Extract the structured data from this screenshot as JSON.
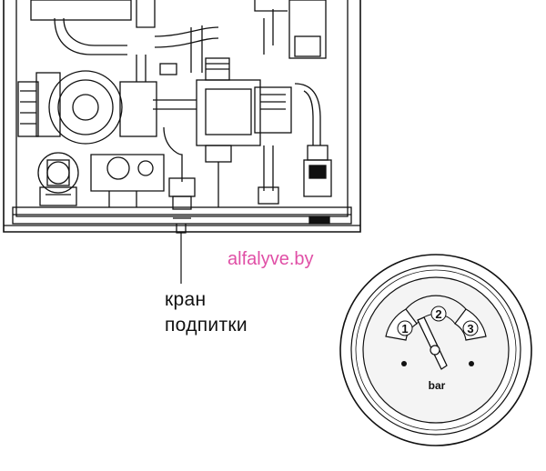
{
  "labels": {
    "valve_line1": "кран",
    "valve_line2": "подпитки"
  },
  "watermark": "alfalyve.by",
  "gauge": {
    "unit": "bar",
    "scale": [
      "1",
      "2",
      "3"
    ],
    "needle_value": 1.6
  },
  "colors": {
    "line": "#111111",
    "watermark": "#e04fa6",
    "gauge_fill": "#f4f4f4"
  }
}
